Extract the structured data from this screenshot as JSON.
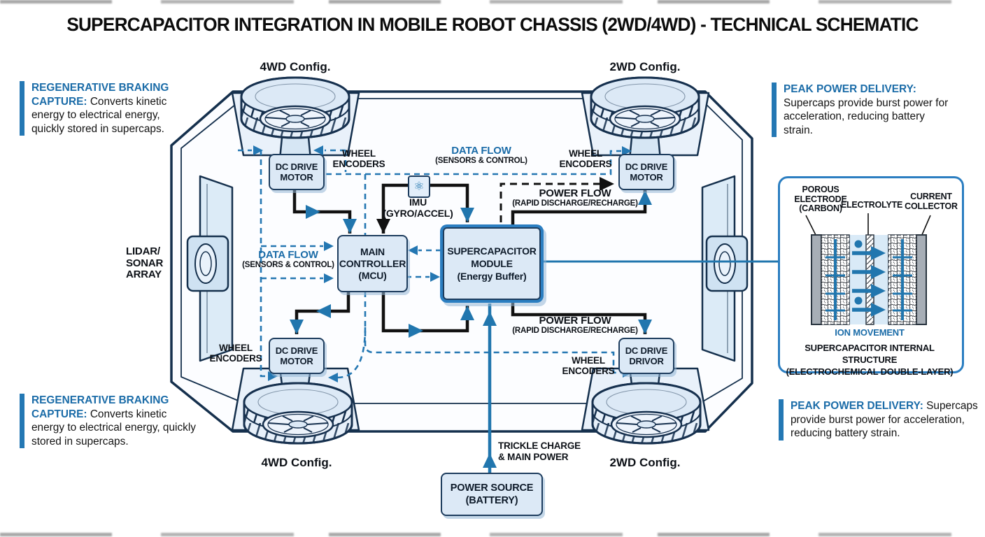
{
  "title": "SUPERCAPACITOR INTEGRATION IN MOBILE ROBOT CHASSIS (2WD/4WD) - TECHNICAL SCHEMATIC",
  "colors": {
    "accent_blue": "#1b6ca8",
    "line_blue": "#2176ae",
    "navy_outline": "#15304d",
    "box_fill": "#dce9f6",
    "line_black": "#111111",
    "supercap_border": "#2b7ec1"
  },
  "annotations": {
    "top_left": {
      "heading": "REGENERATIVE BRAKING CAPTURE:",
      "body": "Converts kinetic energy to electrical energy, quickly stored in supercaps."
    },
    "top_right": {
      "heading": "PEAK POWER DELIVERY:",
      "body": "Supercaps provide burst power for acceleration, reducing battery strain."
    },
    "bottom_left": {
      "heading": "REGENERATIVE BRAKING CAPTURE:",
      "body": "Converts kinetic energy to electrical energy, quickly stored in supercaps."
    },
    "bottom_right": {
      "heading": "PEAK POWER DELIVERY:",
      "body": "Supercaps provide burst power for acceleration, reducing battery strain."
    }
  },
  "config_labels": {
    "top_left": "4WD Config.",
    "top_right": "2WD Config.",
    "bottom_left": "4WD Config.",
    "bottom_right": "2WD Config."
  },
  "components": {
    "dc_drive_motor": "DC DRIVE\nMOTOR",
    "dc_drive_drivor": "DC DRIVE\nDRIVOR",
    "main_controller": "MAIN\nCONTROLLER\n(MCU)",
    "supercap_module": "SUPERCAPACITOR\nMODULE\n(Energy Buffer)",
    "power_source": "POWER SOURCE\n(BATTERY)",
    "imu_label": "IMU\n(GYRO/ACCEL)",
    "lidar_label": "LIDAR/\nSONAR\nARRAY"
  },
  "flow_labels": {
    "wheel_encoders": "WHEEL\nENCODERS",
    "data_flow": "DATA FLOW",
    "data_flow_sub": "(SENSORS & CONTROL)",
    "power_flow": "POWER FLOW",
    "power_flow_sub": "(RAPID DISCHARGE/RECHARGE)",
    "trickle_charge": "TRICKLE CHARGE\n& MAIN POWER"
  },
  "internal_panel": {
    "porous_electrode": "POROUS\nELECTRODE\n(CARBON)",
    "electrolyte": "ELECTROLYTE",
    "current_collector": "CURRENT\nCOLLECTOR",
    "ion_movement": "ION MOVEMENT",
    "caption": "SUPERCAPACITOR INTERNAL STRUCTURE\n(ELECTROCHEMICAL DOUBLE-LAYER)"
  }
}
